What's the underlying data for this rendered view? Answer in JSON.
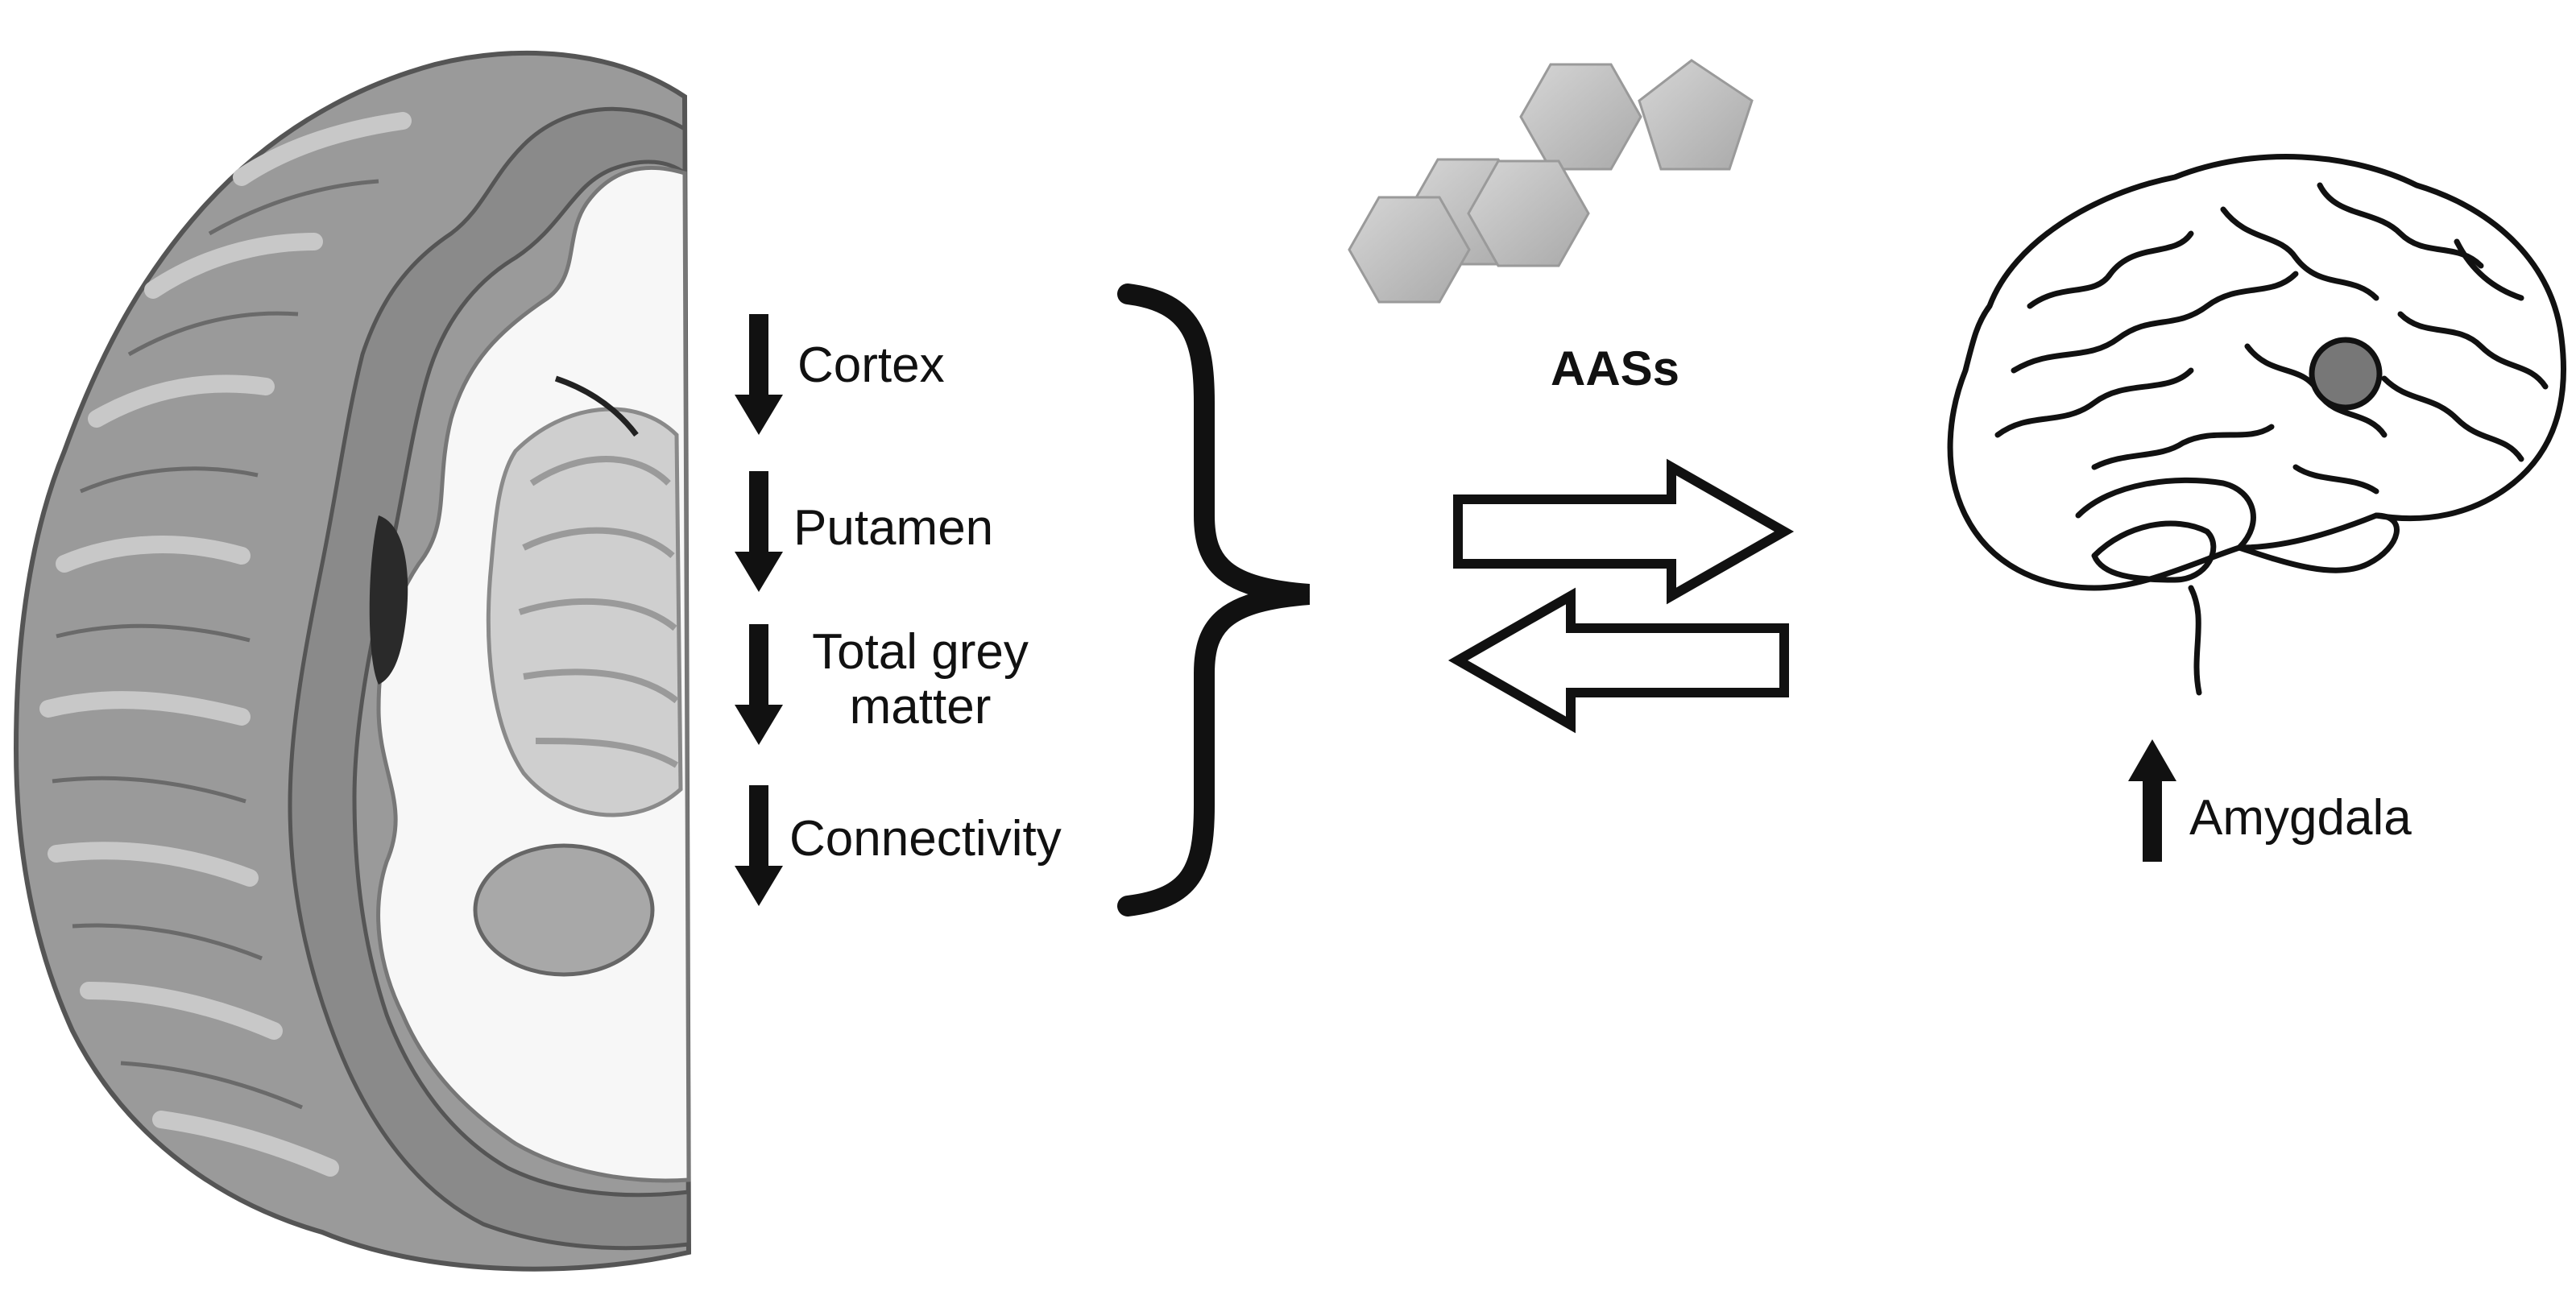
{
  "compound": {
    "label": "AASs"
  },
  "decreased_regions": [
    {
      "label": "Cortex"
    },
    {
      "label": "Putamen"
    },
    {
      "label": "Total grey",
      "label_line2": "matter"
    },
    {
      "label": "Connectivity"
    }
  ],
  "increased_regions": [
    {
      "label": "Amygdala"
    }
  ],
  "colors": {
    "ink": "#111111",
    "grey_matter": "#8e8e8e",
    "grey_light": "#bdbdbd",
    "white_matter": "#f7f7f7",
    "molecule": "#b8b8b8",
    "amygdala": "#777777"
  },
  "icons": [
    "coronal-brain-section-icon",
    "molecule-icon",
    "lateral-brain-icon",
    "arrow-down-icon",
    "arrow-up-icon",
    "double-arrow-icon",
    "curly-brace-icon"
  ]
}
